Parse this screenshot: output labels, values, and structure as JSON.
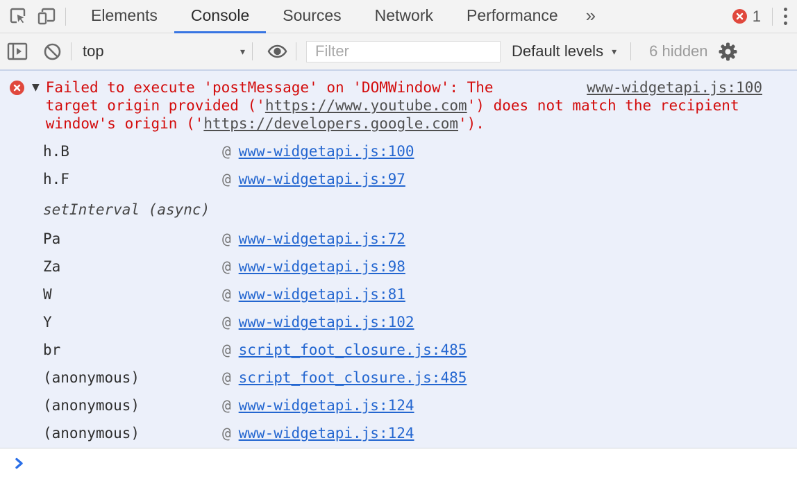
{
  "tabbar": {
    "tabs": [
      {
        "label": "Elements"
      },
      {
        "label": "Console"
      },
      {
        "label": "Sources"
      },
      {
        "label": "Network"
      },
      {
        "label": "Performance"
      }
    ],
    "more_tabs_symbol": "»",
    "error_count": "1"
  },
  "toolbar": {
    "context_selector": "top",
    "dropdown_caret": "▾",
    "filter_placeholder": "Filter",
    "levels_label": "Default levels",
    "hidden_label": "6 hidden"
  },
  "console": {
    "expander_glyph": "▼",
    "at_symbol": "@",
    "error": {
      "line1": "Failed to execute 'postMessage' on 'DOMWindow': The",
      "line2_pre": "target origin provided ('",
      "line2_url": "https://www.youtube.com",
      "line2_post": "') does not match the recipient",
      "line3_pre": "window's origin ('",
      "line3_url": "https://developers.google.com",
      "line3_post": "').",
      "source_link": "www-widgetapi.js:100"
    },
    "stack": [
      {
        "fn": "h.B",
        "loc": "www-widgetapi.js:100"
      },
      {
        "fn": "h.F",
        "loc": "www-widgetapi.js:97"
      },
      {
        "fn": "setInterval (async)",
        "async": true
      },
      {
        "fn": "Pa",
        "loc": "www-widgetapi.js:72"
      },
      {
        "fn": "Za",
        "loc": "www-widgetapi.js:98"
      },
      {
        "fn": "W",
        "loc": "www-widgetapi.js:81"
      },
      {
        "fn": "Y",
        "loc": "www-widgetapi.js:102"
      },
      {
        "fn": "br",
        "loc": "script_foot_closure.js:485"
      },
      {
        "fn": "(anonymous)",
        "loc": "script_foot_closure.js:485"
      },
      {
        "fn": "(anonymous)",
        "loc": "www-widgetapi.js:124"
      },
      {
        "fn": "(anonymous)",
        "loc": "www-widgetapi.js:124"
      }
    ]
  },
  "colors": {
    "accent_blue": "#3875e2",
    "error_red": "#d30b0b",
    "error_badge": "#e0483d",
    "message_bg": "#ecf0fa",
    "link_blue": "#2366d0",
    "toolbar_bg": "#f3f3f3"
  }
}
